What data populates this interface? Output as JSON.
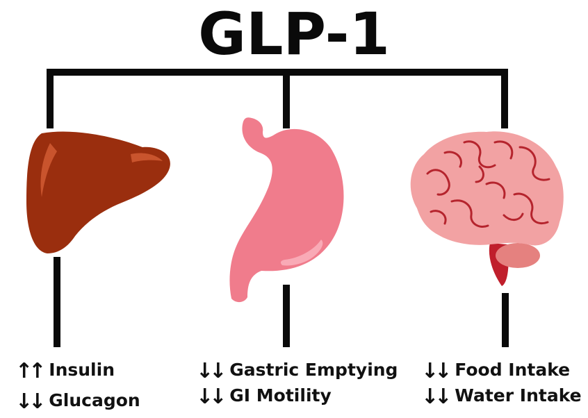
{
  "title": "GLP-1",
  "organs": [
    {
      "name": "liver-illustration",
      "effects": [
        {
          "arrows": "↑↑",
          "label": "Insulin"
        },
        {
          "arrows": "↓↓",
          "label": "Glucagon"
        }
      ]
    },
    {
      "name": "stomach-illustration",
      "effects": [
        {
          "arrows": "↓↓",
          "label": "Gastric Emptying"
        },
        {
          "arrows": "↓↓",
          "label": "GI Motility"
        }
      ]
    },
    {
      "name": "brain-illustration",
      "effects": [
        {
          "arrows": "↓↓",
          "label": "Food Intake"
        },
        {
          "arrows": "↓↓",
          "label": "Water Intake"
        }
      ]
    }
  ],
  "colors": {
    "line": "#0a0a0a",
    "liver": "#9a2e0e",
    "liver_highlight": "#c9542d",
    "stomach": "#f07c8c",
    "stomach_highlight": "#f9aab6",
    "brain": "#f2a2a3",
    "brain_folds": "#b5242d",
    "brainstem": "#c01f2c"
  }
}
